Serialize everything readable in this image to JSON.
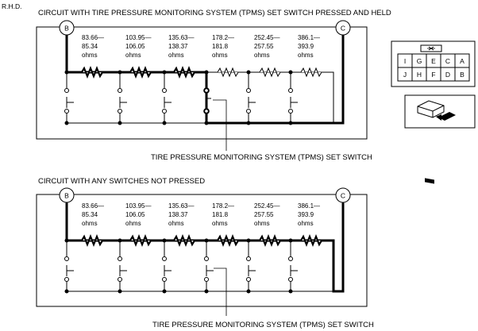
{
  "page_label": "R.H.D.",
  "circuit_pressed": {
    "title": "CIRCUIT WITH TIRE PRESSURE MONITORING SYSTEM (TPMS) SET SWITCH PRESSED AND HELD",
    "terminal_left": "B",
    "terminal_right": "C",
    "callout": "TIRE PRESSURE MONITORING SYSTEM (TPMS) SET SWITCH",
    "resistors": [
      [
        "83.66—",
        "85.34",
        "ohms"
      ],
      [
        "103.95—",
        "106.05",
        "ohms"
      ],
      [
        "135.63—",
        "138.37",
        "ohms"
      ],
      [
        "178.2—",
        "181.8",
        "ohms"
      ],
      [
        "252.45—",
        "257.55",
        "ohms"
      ],
      [
        "386.1—",
        "393.9",
        "ohms"
      ]
    ]
  },
  "circuit_not_pressed": {
    "title": "CIRCUIT WITH ANY SWITCHES NOT PRESSED",
    "terminal_left": "B",
    "terminal_right": "C",
    "callout": "TIRE PRESSURE MONITORING SYSTEM (TPMS) SET SWITCH",
    "resistors": [
      [
        "83.66—",
        "85.34",
        "ohms"
      ],
      [
        "103.95—",
        "106.05",
        "ohms"
      ],
      [
        "135.63—",
        "138.37",
        "ohms"
      ],
      [
        "178.2—",
        "181.8",
        "ohms"
      ],
      [
        "252.45—",
        "257.55",
        "ohms"
      ],
      [
        "386.1—",
        "393.9",
        "ohms"
      ]
    ]
  },
  "connector": {
    "top_row": [
      "I",
      "G",
      "E",
      "C",
      "A"
    ],
    "bottom_row": [
      "J",
      "H",
      "F",
      "D",
      "B"
    ]
  }
}
